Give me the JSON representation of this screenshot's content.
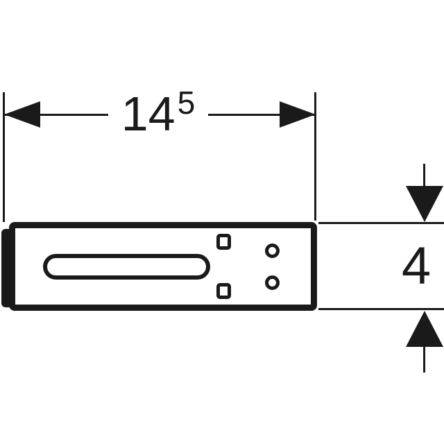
{
  "drawing": {
    "kind": "technical-dimension-drawing",
    "ink_color": "#1a1a1a",
    "background_color": "#ffffff",
    "width_dimension": {
      "value": "14",
      "superscript": "5"
    },
    "height_dimension": {
      "value": "4"
    }
  }
}
